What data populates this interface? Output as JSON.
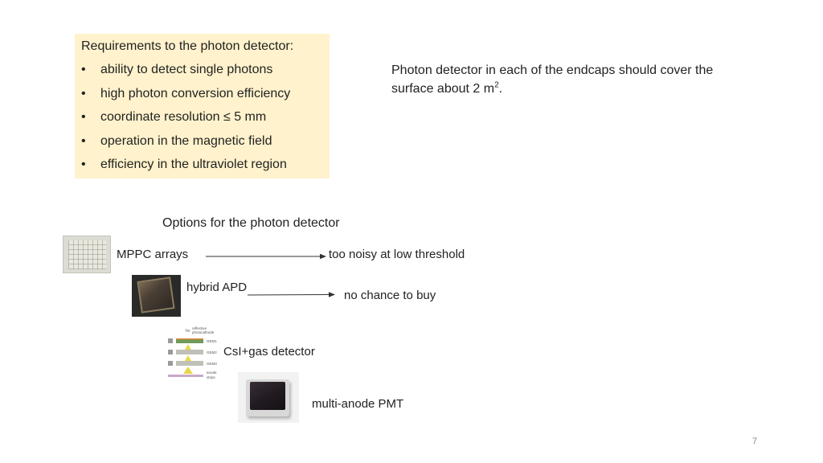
{
  "requirements": {
    "title": "Requirements to the photon detector:",
    "items": [
      "ability to detect single photons",
      "high photon conversion efficiency",
      "coordinate resolution ≤ 5 mm",
      "operation in the magnetic field",
      "efficiency in the ultraviolet region"
    ]
  },
  "coverage": {
    "text": "Photon detector in each of the endcaps should cover the surface about 2 m",
    "superscript": "2",
    "suffix": "."
  },
  "options": {
    "title": "Options for the photon detector",
    "mppc": {
      "label": "MPPC arrays",
      "verdict": "too noisy at low threshold"
    },
    "hapd": {
      "label": "hybrid APD",
      "verdict": "no chance to buy"
    },
    "gem": {
      "label": "CsI+gas detector",
      "diagram_text": {
        "reflective": "reflective",
        "photocathode": "photocathode",
        "hv": "hν",
        "gem1": "GEM1",
        "gem2": "GEM2",
        "gem3": "GEM3",
        "anode": "anode",
        "strips": "strips"
      }
    },
    "pmt": {
      "label": "multi-anode PMT"
    }
  },
  "slide_number": "7"
}
